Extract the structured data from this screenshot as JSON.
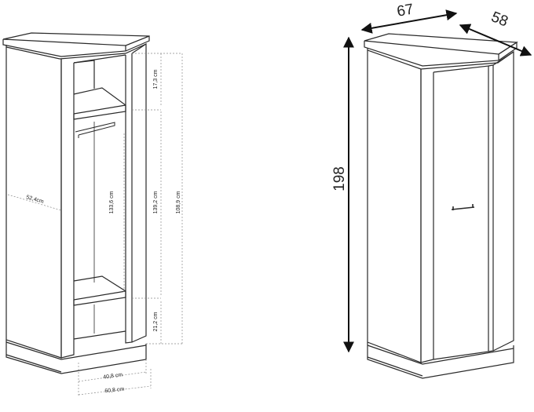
{
  "left_view": {
    "dim_top_section": "17,3 cm",
    "dim_middle_section": "139,2 cm",
    "dim_inner_hanging": "133,6 cm",
    "dim_inner_total": "108,9 cm",
    "dim_bottom_section": "21,2 cm",
    "dim_depth": "52,4cm",
    "dim_inner_width": "40,8 cm",
    "dim_outer_width": "60,8 cm"
  },
  "right_view": {
    "dim_width": "67",
    "dim_depth": "58",
    "dim_height": "198"
  },
  "colors": {
    "line": "#2a2a2a",
    "dim_line": "#8a8a8a",
    "arrow": "#111111"
  }
}
